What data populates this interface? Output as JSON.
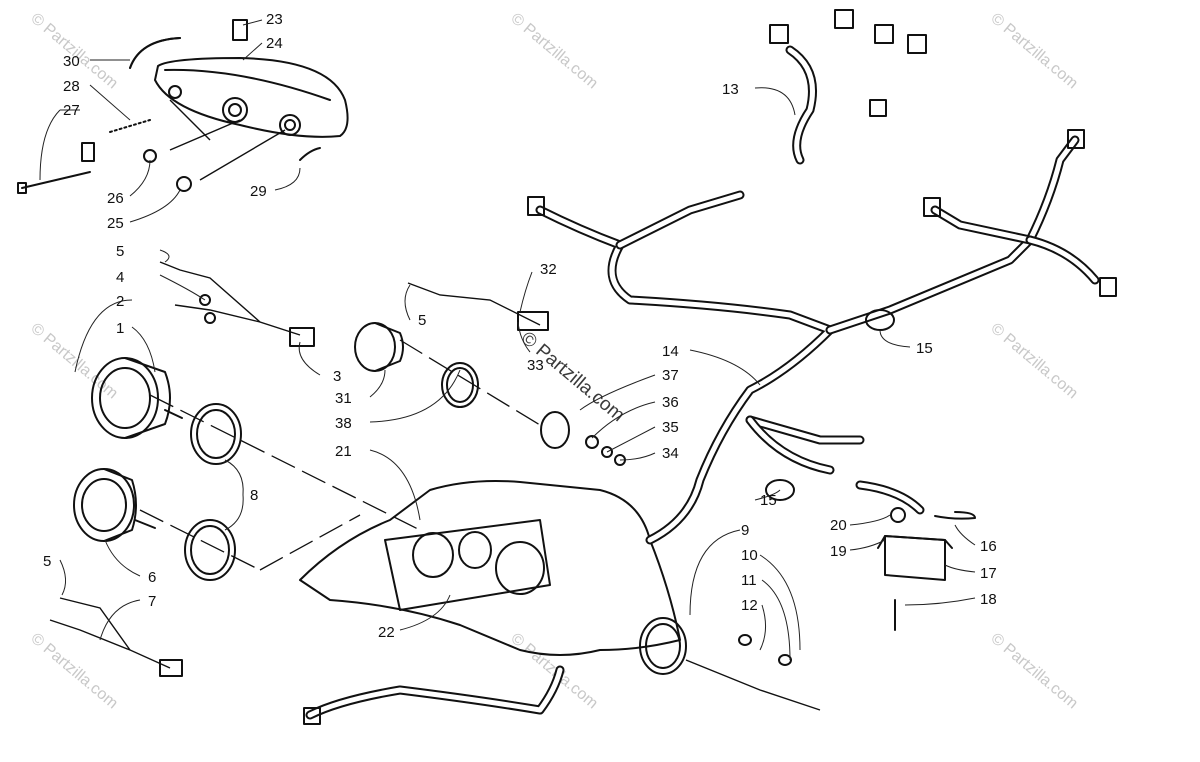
{
  "watermark": "© Partzilla.com",
  "labels": [
    "23",
    "24",
    "30",
    "28",
    "27",
    "26",
    "25",
    "29",
    "5",
    "4",
    "2",
    "1",
    "3",
    "31",
    "38",
    "21",
    "8",
    "6",
    "5",
    "7",
    "22",
    "32",
    "5",
    "33",
    "37",
    "36",
    "35",
    "34",
    "13",
    "14",
    "15",
    "15",
    "9",
    "10",
    "11",
    "12",
    "20",
    "19",
    "16",
    "17",
    "18"
  ]
}
